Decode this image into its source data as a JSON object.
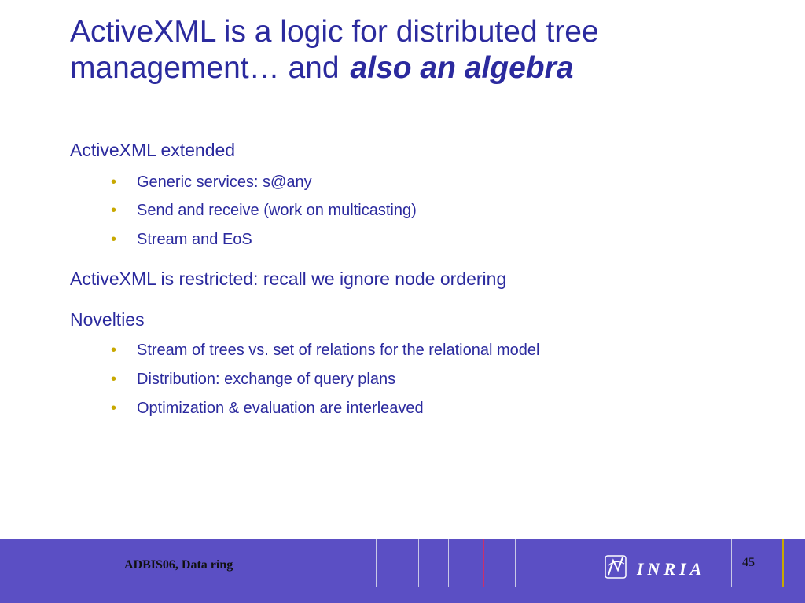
{
  "title": {
    "line1": "ActiveXML is a logic for distributed tree",
    "line2": "management… and",
    "emphasis": "also an algebra"
  },
  "content": {
    "sections": [
      {
        "heading": "ActiveXML extended",
        "bullets": [
          "Generic services: s@any",
          "Send and receive  (work on multicasting)",
          "Stream and EoS"
        ]
      },
      {
        "heading": "ActiveXML is restricted: recall we ignore node ordering",
        "bullets": []
      },
      {
        "heading": "Novelties",
        "bullets": [
          "Stream of trees vs. set of relations for the relational model",
          "Distribution: exchange of query plans",
          "Optimization & evaluation are interleaved"
        ]
      }
    ]
  },
  "bullet_glyph": "•",
  "footer": {
    "text": "ADBIS06, Data ring",
    "page_number": "45",
    "logo_text": "INRIA"
  },
  "colors": {
    "text": "#2b2a9e",
    "bullet": "#c8a800",
    "footer_bg": "#5b4fc4"
  }
}
